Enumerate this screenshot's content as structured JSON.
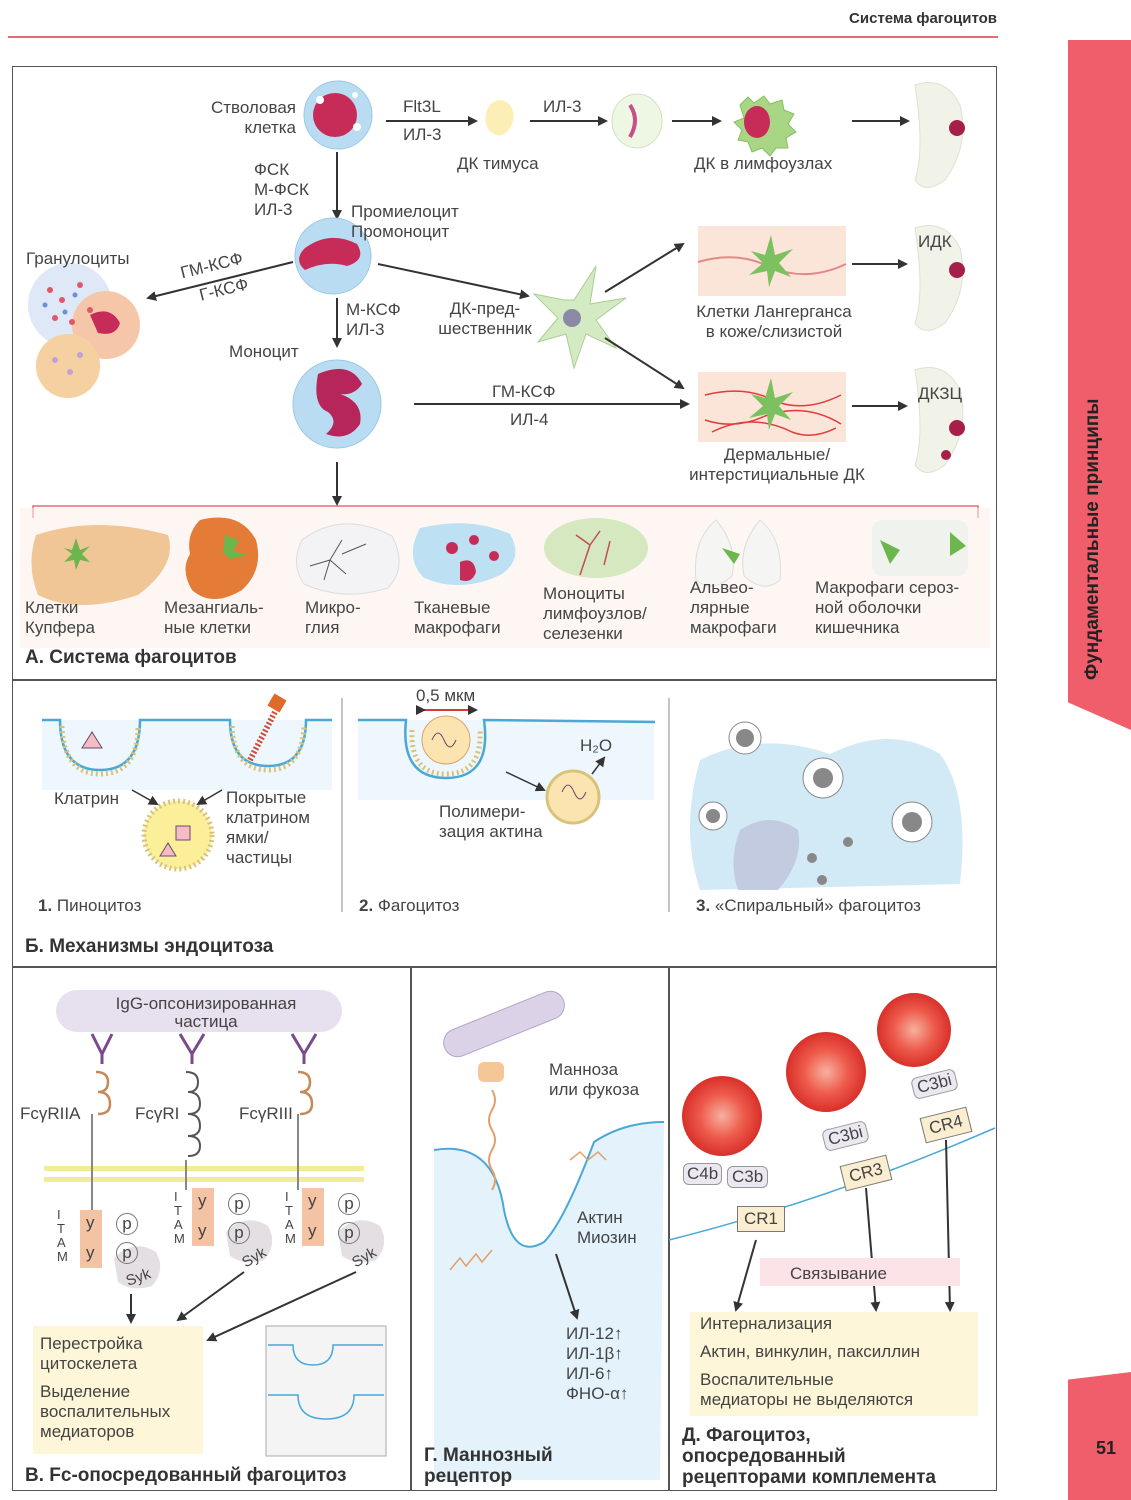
{
  "header": {
    "title": "Система фагоцитов"
  },
  "side": {
    "chapter": "Фундаментальные принципы",
    "page_number": "51"
  },
  "panel_a": {
    "caption": "А. Система фагоцитов",
    "stem_cell": "Стволовая клетка",
    "flt3l": "Flt3L",
    "il3_a": "ИЛ-3",
    "il3_b": "ИЛ-3",
    "thymus_dc": "ДК тимуса",
    "lymph_dc": "ДК в лимфоузлах",
    "factors_1": "ФСК\nМ-ФСК\nИЛ-3",
    "promyelocyte": "Промиелоцит\nПромоноцит",
    "granulocytes": "Гранулоциты",
    "gm_csf": "ГМ-КСФ",
    "g_csf": "Г-КСФ",
    "factors_2": "М-КСФ\nИЛ-3",
    "dc_precursor": "ДК-пред-\nшественник",
    "monocyte": "Моноцит",
    "langerhans": "Клетки Лангерганса\nв коже/слизистой",
    "idc": "ИДК",
    "gm_csf_2": "ГМ-КСФ",
    "il4": "ИЛ-4",
    "dkzc": "ДКЗЦ",
    "dermal_dc": "Дермальные/\nинтерстициальные ДК",
    "tissues": [
      "Клетки\nКупфера",
      "Мезангиаль-\nные клетки",
      "Микро-\nглия",
      "Тканевые\nмакрофаги",
      "Моноциты\nлимфоузлов/\nселезенки",
      "Альвео-\nлярные\nмакрофаги",
      "Макрофаги сероз-\nной оболочки\nкишечника"
    ]
  },
  "panel_b": {
    "caption": "Б. Механизмы эндоцитоза",
    "clathrin": "Клатрин",
    "coated_pits": "Покрытые\nклатрином\nямки/\nчастицы",
    "sub1_num": "1.",
    "sub1": "Пиноцитоз",
    "size": "0,5 мкм",
    "h2o": "H₂O",
    "actin_poly": "Полимери-\nзация актина",
    "sub2_num": "2.",
    "sub2": "Фагоцитоз",
    "sub3_num": "3.",
    "sub3": "«Спиральный» фагоцитоз"
  },
  "panel_v": {
    "caption": "В. Fc-опосредованный фагоцитоз",
    "particle": "IgG-опсонизированная\nчастица",
    "receptors": [
      "FcγRIIA",
      "FcγRI",
      "FcγRIII"
    ],
    "itam": "I\nT\nA\nM",
    "y": "y",
    "p": "p",
    "syk": "Syk",
    "result_1": "Перестройка\nцитоскелета",
    "result_2": "Выделение\nвоспалительных\nмедиаторов"
  },
  "panel_g": {
    "caption": "Г. Маннозный\nрецептор",
    "sugar": "Манноза\nили фукоза",
    "actin": "Актин\nМиозин",
    "cytokines": "ИЛ-12↑\nИЛ-1β↑\nИЛ-6↑\nФНО-α↑"
  },
  "panel_d": {
    "caption": "Д. Фагоцитоз,\nопосредованный\nрецепторами комплемента",
    "c4b": "C4b",
    "c3b": "C3b",
    "c3bi_1": "C3bi",
    "c3bi_2": "C3bi",
    "cr1": "CR1",
    "cr3": "CR3",
    "cr4": "CR4",
    "binding": "Связывание",
    "internalization": "Интернализация",
    "proteins": "Актин, винкулин, паксиллин",
    "no_mediators": "Воспалительные\nмедиаторы не выделяются"
  },
  "colors": {
    "accent": "#ef5e6a",
    "cell_magenta": "#c8305a",
    "panel_yellow": "#fdf6d8"
  }
}
